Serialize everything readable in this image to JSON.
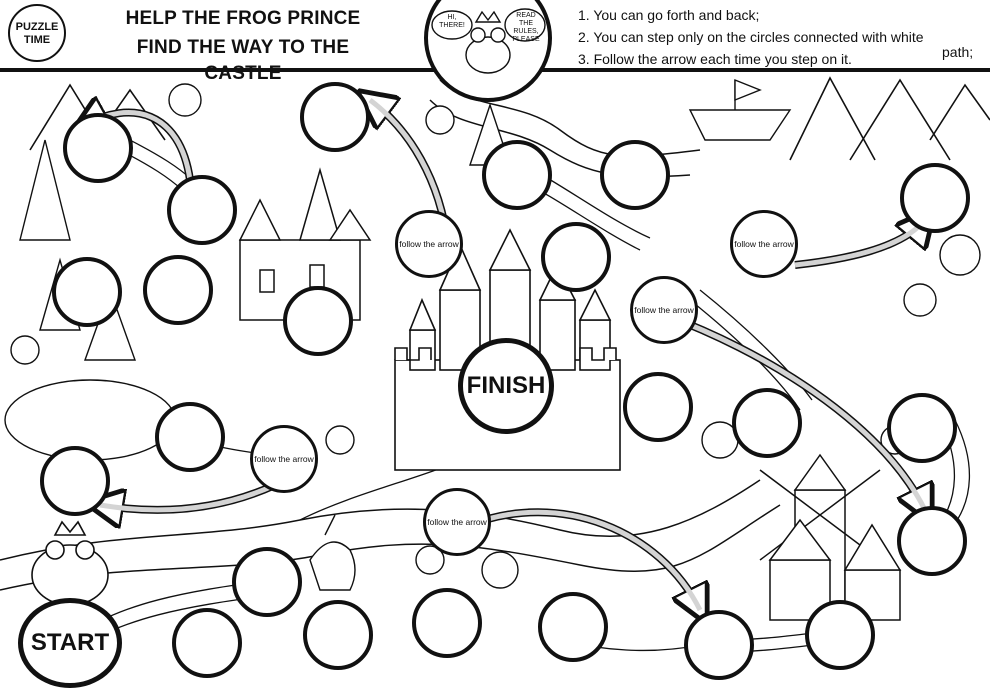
{
  "header": {
    "logo_line1": "PUZZLE",
    "logo_line2": "TIME",
    "title_line1": "HELP THE FROG PRINCE",
    "title_line2": "FIND THE WAY TO THE CASTLE",
    "speech_left": "HI, THERE!",
    "speech_right": "READ THE RULES, PLEASE"
  },
  "rules": {
    "rule1": "1. You can go forth and back;",
    "rule2": "2. You can step only on the circles connected with white",
    "rule2_tail": "path;",
    "rule3": "3. Follow the arrow each time you step on it."
  },
  "board": {
    "start_label": "START",
    "finish_label": "FINISH",
    "follow_label": "follow the arrow",
    "follow_label_wide": "follow the arrow"
  },
  "colors": {
    "line": "#111111",
    "background": "#ffffff",
    "arrow_fill": "#d4d4d4"
  }
}
